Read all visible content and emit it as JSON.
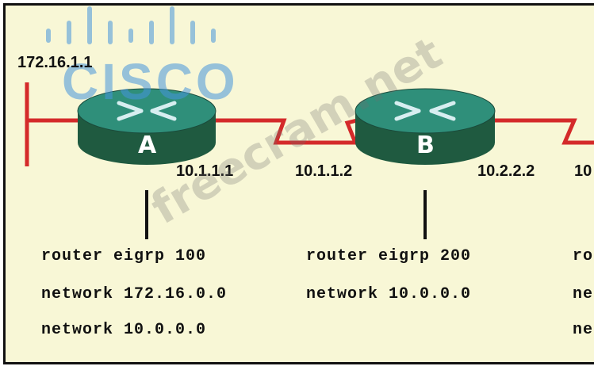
{
  "colors": {
    "background": "#f8f7d6",
    "link": "#d42a2a",
    "router_top": "#2f8f7a",
    "router_body": "#1f5a40",
    "cisco_blue": "#4a9ad8"
  },
  "watermarks": {
    "logo_text": "CISCO",
    "site_text": "freecram.net"
  },
  "routers": [
    {
      "id": "router-a",
      "label": "A",
      "ip_left": "172.16.1.1",
      "ip_right": "10.1.1.1",
      "config": [
        "router eigrp 100",
        "network 172.16.0.0",
        "network 10.0.0.0"
      ]
    },
    {
      "id": "router-b",
      "label": "B",
      "ip_left": "10.1.1.2",
      "ip_right": "10.2.2.2",
      "config": [
        "router eigrp 200",
        "network 10.0.0.0"
      ]
    },
    {
      "id": "router-c",
      "label": "",
      "ip_left": "10",
      "config": [
        "ro",
        "ne",
        "ne"
      ]
    }
  ]
}
